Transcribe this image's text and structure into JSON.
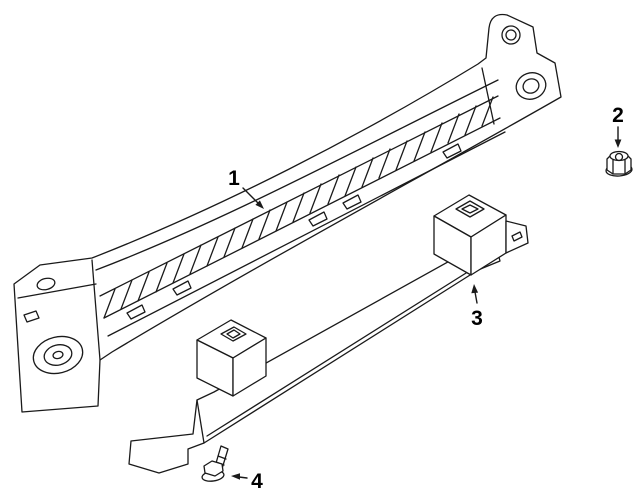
{
  "diagram": {
    "background_color": "#ffffff",
    "line_color": "#1a1a1a",
    "callouts": [
      {
        "label": "1"
      },
      {
        "label": "2"
      },
      {
        "label": "3"
      },
      {
        "label": "4"
      }
    ]
  }
}
